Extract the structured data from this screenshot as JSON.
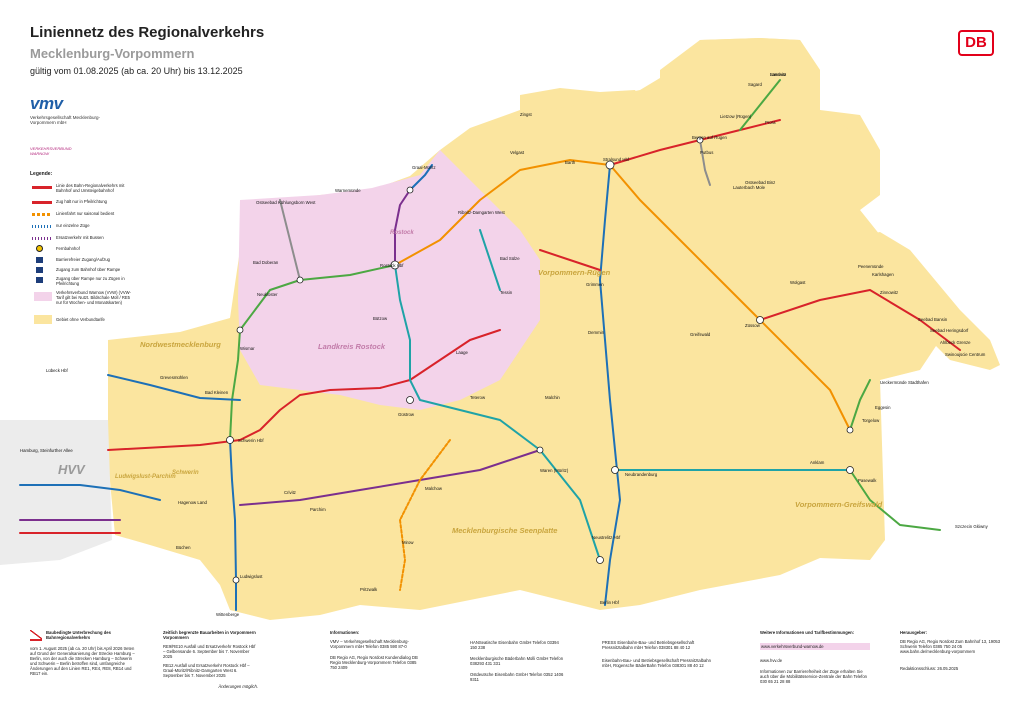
{
  "header": {
    "title": "Liniennetz des Regionalverkehrs",
    "subtitle": "Mecklenburg-Vorpommern",
    "validity": "gültig vom 01.08.2025 (ab ca. 20 Uhr) bis 13.12.2025"
  },
  "logos": {
    "vmv": "vmv",
    "vmv_sub": "Verkehrsgesellschaft Mecklenburg-Vorpommern mbH",
    "vvw": "VERKEHRSVERBUND WARNOW",
    "db": "DB"
  },
  "legend": {
    "title": "Legende:",
    "items": [
      "Linie des Bahn-Regionalverkehrs mit Bahnhof und Umsteigebahnhof",
      "Zug hält nur in Pfeilrichtung",
      "Linienfahrt nur saisonal bedient",
      "nur einzelne Züge",
      "Ersatzverkehr mit Bussen",
      "Fernbahnhof",
      "Barrierefreier Zugang/Aufzug",
      "Zugang zum Bahnhof über Rampe",
      "Zugang über Rampe nur zu Zügen in Pfeilrichtung",
      "Verkehrsverbund Warnow (VVW) (VVW-Tarif gilt bei Nutzt. Bildschale Moll / RE5 nur für Wochen- und Monatskarten)",
      "Gebiet ohne Verbundtarife"
    ]
  },
  "regions": {
    "nordwest": "Nordwestmecklenburg",
    "rostock_kreis": "Landkreis Rostock",
    "rostock": "Rostock",
    "vorpommern_ruegen": "Vorpommern-Rügen",
    "vorpommern_greifswald": "Vorpommern-Greifswald",
    "seenplatte": "Mecklenburgische Seenplatte",
    "ludwigslust": "Ludwigslust-Parchim",
    "schwerin": "Schwerin",
    "hvv": "HVV"
  },
  "stations": {
    "wismar": "Wismar",
    "schwerin": "Schwerin Hbf",
    "rostock_hbf": "Rostock Hbf",
    "warnemuende": "Warnemünde",
    "guestrow": "Güstrow",
    "stralsund": "Stralsund Hbf",
    "greifswald": "Greifswald",
    "neubrandenburg": "Neubrandenburg",
    "neustrelitz": "Neustrelitz Hbf",
    "waren": "Waren (Müritz)",
    "pasewalk": "Pasewalk",
    "anklam": "Anklam",
    "zuessow": "Züssow",
    "wolgast": "Wolgast",
    "binz": "Ostseebad Binz",
    "sassnitz": "Sassnitz",
    "bergen": "Bergen auf Rügen",
    "bad_doberan": "Bad Doberan",
    "kuehlungsborn": "Ostseebad Kühlungsborn West",
    "graal_mueritz": "Graal-Müritz",
    "ribnitz": "Ribnitz-Damgarten West",
    "barth": "Barth",
    "zingst": "Zingst",
    "ueckermuende": "Ueckermünde Stadthafen",
    "ludwigslust": "Ludwigslust",
    "hagenow": "Hagenow Land",
    "parchim": "Parchim",
    "malchow": "Malchow",
    "lubeck": "Lübeck Hbf",
    "hamburg": "Hamburg, Steinfurther Allee",
    "berlin": "Berlin Hbf",
    "szczecin": "Szczecin Główny",
    "pritzwalk": "Pritzwalk",
    "putbus": "Putbus",
    "lauterbach": "Lauterbach Mole",
    "swinemuende": "Swinoujscie Centrum",
    "ahlbeck": "Ahlbeck Grenze",
    "heringsdorf": "Seebad Heringsdorf",
    "bansin": "Seebad Bansin",
    "zinnowitz": "Zinnowitz",
    "karlshagen": "Karlshagen",
    "peenemuende": "Peenemünde",
    "velgast": "Velgast",
    "tessin": "Tessin",
    "laage": "Laage",
    "teterow": "Teterow",
    "malchin": "Malchin",
    "demmin": "Demmin",
    "grimmen": "Grimmen",
    "torgelow": "Torgelow",
    "eggesin": "Eggesin",
    "buetzow": "Bützow",
    "buechen": "Büchen",
    "crivitz": "Crivitz",
    "bad_kleinen": "Bad Kleinen",
    "grevesmuehlen": "Grevesmühlen",
    "neukloster": "Neukloster",
    "bad_sueliz": "Bad Sülze",
    "prora": "Prora",
    "lietzow": "Lietzow (Rügen)",
    "lancken": "Lancken",
    "sagard": "Sagard",
    "mirow": "Mirow",
    "wittenberge": "Wittenberge"
  },
  "footer": {
    "note1_title": "Baubedingte Unterbrechung des Bahnregionalverkehrs",
    "note1": "vom 1. August 2025 (ab ca. 20 Uhr) bis April 2026 treten auf Grund der Generalsanierung der Strecke Hamburg – Berlin, von der auch die Strecken Hamburg – Schwerin und Schwerin – Berlin betroffen sind, umfangreiche Änderungen auf den Linien RE1, RE4, RE8, RB14 und RB17 ein.",
    "note2_title": "Zeitlich begrenzte Bauarbeiten in Vorpommern Vorpommern",
    "note2": "RE9/RE10 Ausfall und Ersatzverkehr Rostock Hbf – Gelbensande 6. September bis 7. November 2025",
    "note3": "RB12 Ausfall und Ersatzverkehr Rostock Hbf – Graal-Müritz/Ribnitz-Damgarten West 6. September bis 7. November 2025",
    "changes": "Änderungen möglich.",
    "info_title": "Informationen:",
    "info": [
      "VMV – Verkehrsgesellschaft Mecklenburg-Vorpommern mbH Telefon 0385 590 87-0",
      "DB Regio AG, Regio Nordost Kundendialog DB Regio Mecklenburg-Vorpommern Telefon 0385 750 2409",
      "HANSeatische Eisenbahn GmbH Telefon 03394 150 238",
      "Mecklenburgische Bäderbahn Molli GmbH Telefon 038293 431 331",
      "Ostdeutsche Eisenbahn GmbH Telefon 0352 1406 9311",
      "PRESS Eisenbahn-Bau- und Betriebsgesellschaft Pressnitztalbahn mbH Telefon 038301 88 40 12",
      "Eisenbahn-Bau- und Betriebsgesellschaft Pressnitztalbahn mbH, Rügensche BäderBahn Telefon 038301 88 40 12"
    ],
    "web_title": "Weitere Informationen und Tarifbestimmungen:",
    "web": [
      "www.verkehrsverbund-warnow.de",
      "www.hvv.de",
      "Informationen zur Barrierefreiheit der Züge erhalten Sie auch über die Mobilitätsservice-Zentrale der Bahn Telefon 030 65 21 28 88"
    ],
    "publisher_title": "Herausgeber:",
    "publisher": "DB Regio AG, Regio Nordost Zum Bahnhof 13, 19053 Schwerin Telefon 0385 750 24 05 www.bahn.de/mecklenburg-vorpommern",
    "redaktion": "Redaktionsschluss: 26.05.2025"
  },
  "colors": {
    "land": "#fbe59f",
    "vvw_area": "#f3d3ea",
    "hvv_area": "#ececec",
    "red": "#d8232a",
    "green": "#4ca843",
    "blue": "#1d70b7",
    "teal": "#1fa3a7",
    "orange": "#f29100",
    "purple": "#7b2f8e",
    "grey": "#8d8d8d"
  }
}
